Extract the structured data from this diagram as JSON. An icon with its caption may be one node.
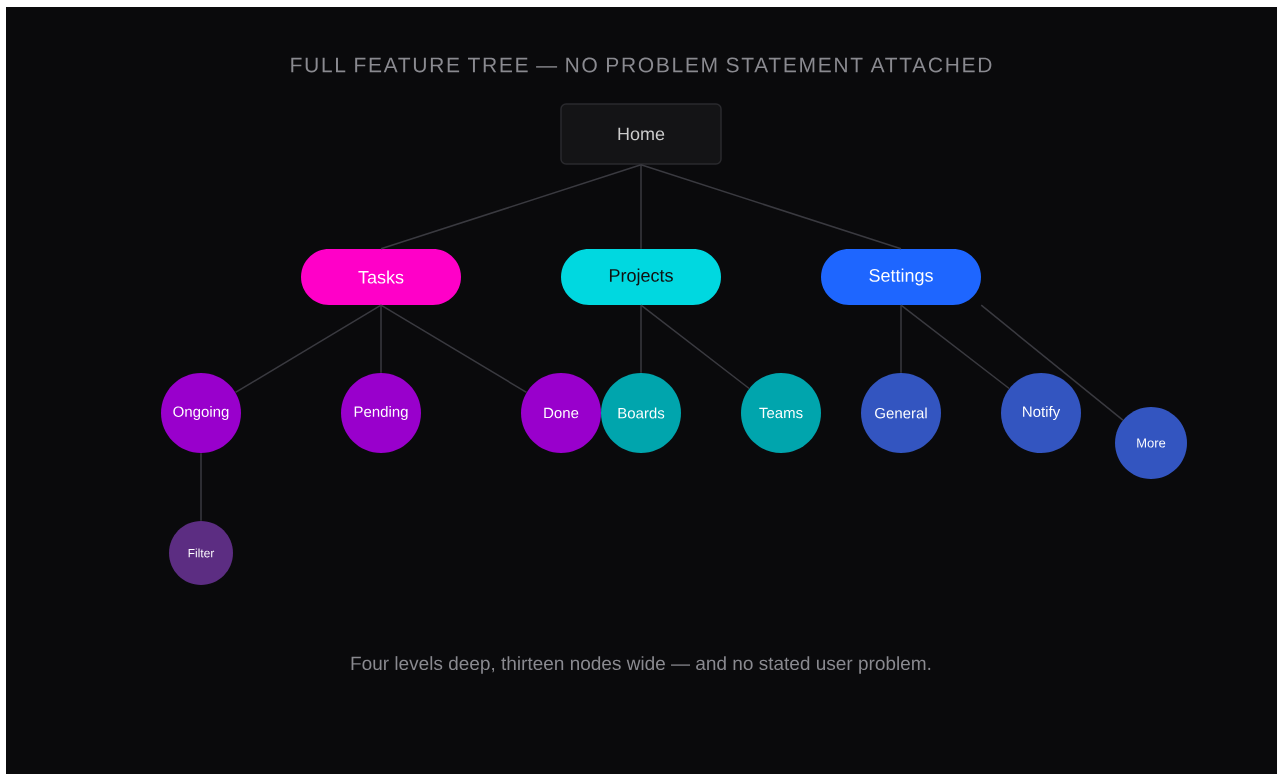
{
  "diagram": {
    "title": "FULL FEATURE TREE — NO PROBLEM STATEMENT ATTACHED",
    "caption": "Four levels deep, thirteen nodes wide — and no stated user problem.",
    "nodes": [
      {
        "text": [
          "Home"
        ]
      },
      {
        "text": [
          "Tasks"
        ]
      },
      {
        "text": [
          "Projects"
        ]
      },
      {
        "text": [
          "Settings"
        ]
      },
      {
        "text": [
          "Ongoing"
        ]
      },
      {
        "text": [
          "Pending"
        ]
      },
      {
        "text": [
          "Done"
        ]
      },
      {
        "text": [
          "Boards"
        ]
      },
      {
        "text": [
          "Teams"
        ]
      },
      {
        "text": [
          "General"
        ]
      },
      {
        "text": [
          "Notify"
        ]
      },
      {
        "text": [
          "More"
        ]
      },
      {
        "text": [
          "Filter"
        ]
      }
    ],
    "edges": [
      {
        "from": 0,
        "to": 1,
        "arrow": "none"
      },
      {
        "from": 0,
        "to": 2,
        "arrow": "none"
      },
      {
        "from": 0,
        "to": 3,
        "arrow": "none"
      },
      {
        "from": 1,
        "to": 4,
        "arrow": "none"
      },
      {
        "from": 1,
        "to": 5,
        "arrow": "none"
      },
      {
        "from": 1,
        "to": 6,
        "arrow": "none"
      },
      {
        "from": 2,
        "to": 7,
        "arrow": "none"
      },
      {
        "from": 2,
        "to": 8,
        "arrow": "none"
      },
      {
        "from": 3,
        "to": 9,
        "arrow": "none"
      },
      {
        "from": 3,
        "to": 10,
        "arrow": "none"
      },
      {
        "from": 3,
        "to": 11,
        "arrow": "none"
      },
      {
        "from": 4,
        "to": 12,
        "arrow": "none"
      }
    ]
  }
}
